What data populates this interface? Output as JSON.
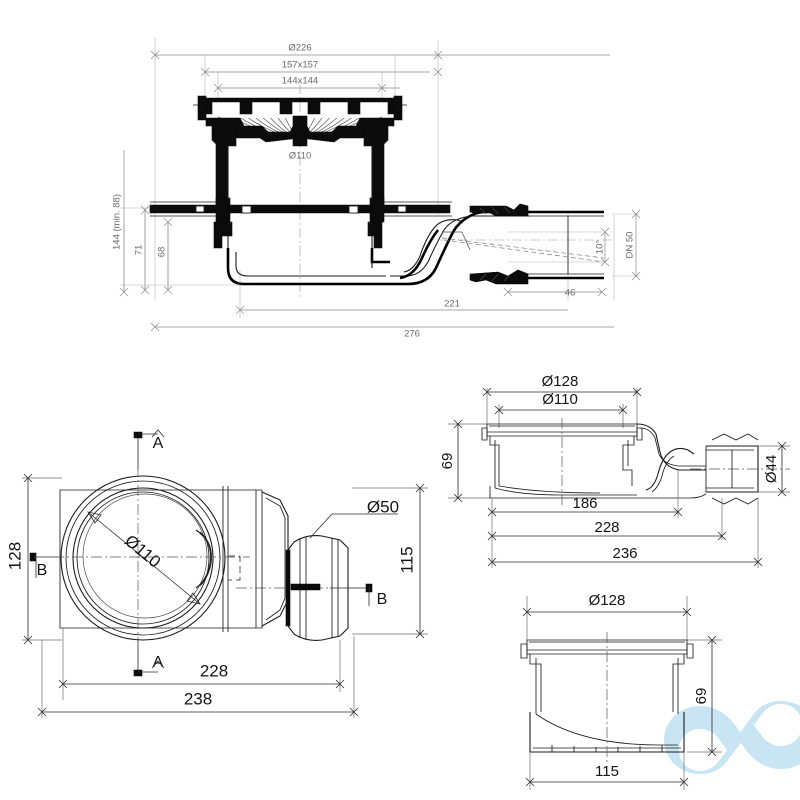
{
  "drawing": {
    "title": "Floor drain technical drawing",
    "background_color": "#ffffff",
    "line_color": "#000000",
    "dim_text_color": "#6b6b6b",
    "watermark_color": "#bfe0f2",
    "watermark_name": "infinity-logo-watermark"
  },
  "views": {
    "section_main": {
      "name": "main-vertical-section",
      "dimensions": {
        "grate_outer_dia": "Ø226",
        "frame_square_outer": "157x157",
        "frame_square_inner": "144x144",
        "body_bore_dia": "Ø110",
        "total_height": "144 (min. 88)",
        "height_mid": "71",
        "height_low": "68",
        "outlet_size": "DN 50",
        "outlet_angle": "10°",
        "outlet_length": "46",
        "length_to_outlet": "221",
        "overall_length": "276"
      }
    },
    "plan_view": {
      "name": "plan-view-bottom-left",
      "dimensions": {
        "body_width": "128",
        "bore_dia": "Ø110",
        "outlet_dia": "Ø50",
        "body_depth": "115",
        "length_inner": "228",
        "length_overall": "238"
      },
      "section_markers": [
        {
          "label": "A",
          "position": "top"
        },
        {
          "label": "A",
          "position": "bottom"
        },
        {
          "label": "B",
          "position": "left"
        },
        {
          "label": "B",
          "position": "right"
        }
      ]
    },
    "side_section": {
      "name": "side-section-middle-right",
      "dimensions": {
        "flange_dia": "Ø128",
        "bore_dia": "Ø110",
        "outlet_dia": "Ø44",
        "height": "69",
        "length_to_bend": "186",
        "length_mid": "228",
        "length_overall": "236"
      }
    },
    "body_detail": {
      "name": "body-detail-bottom-right",
      "dimensions": {
        "flange_dia": "Ø128",
        "height": "69",
        "width": "115"
      }
    }
  }
}
